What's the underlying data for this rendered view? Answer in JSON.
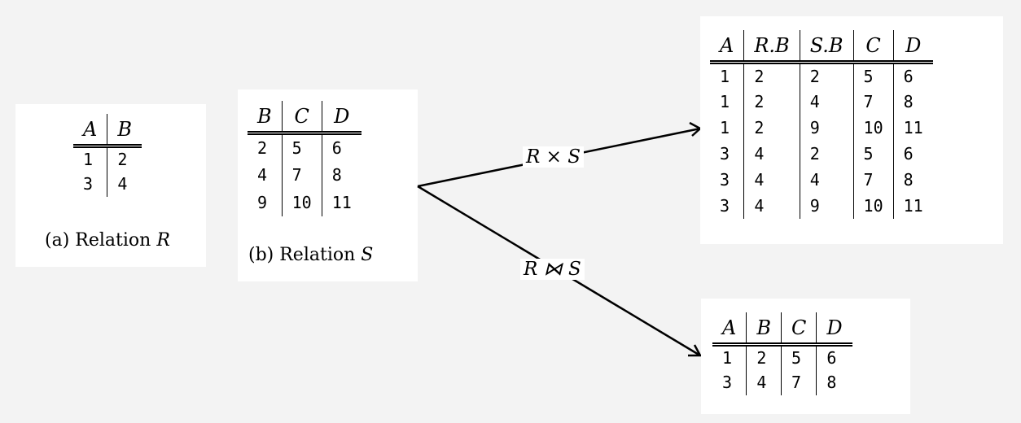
{
  "relation_r": {
    "headers": [
      "A",
      "B"
    ],
    "rows": [
      [
        "1",
        "2"
      ],
      [
        "3",
        "4"
      ]
    ],
    "caption_prefix": "(a) Relation",
    "caption_var": "R"
  },
  "relation_s": {
    "headers": [
      "B",
      "C",
      "D"
    ],
    "rows": [
      [
        "2",
        "5",
        "6"
      ],
      [
        "4",
        "7",
        "8"
      ],
      [
        "9",
        "10",
        "11"
      ]
    ],
    "caption_prefix": "(b) Relation",
    "caption_var": "S"
  },
  "cross_product": {
    "label": "R × S",
    "headers": [
      "A",
      "R.B",
      "S.B",
      "C",
      "D"
    ],
    "rows": [
      [
        "1",
        "2",
        "2",
        "5",
        "6"
      ],
      [
        "1",
        "2",
        "4",
        "7",
        "8"
      ],
      [
        "1",
        "2",
        "9",
        "10",
        "11"
      ],
      [
        "3",
        "4",
        "2",
        "5",
        "6"
      ],
      [
        "3",
        "4",
        "4",
        "7",
        "8"
      ],
      [
        "3",
        "4",
        "9",
        "10",
        "11"
      ]
    ]
  },
  "natural_join": {
    "label": "R ⋈ S",
    "headers": [
      "A",
      "B",
      "C",
      "D"
    ],
    "rows": [
      [
        "1",
        "2",
        "5",
        "6"
      ],
      [
        "3",
        "4",
        "7",
        "8"
      ]
    ]
  }
}
